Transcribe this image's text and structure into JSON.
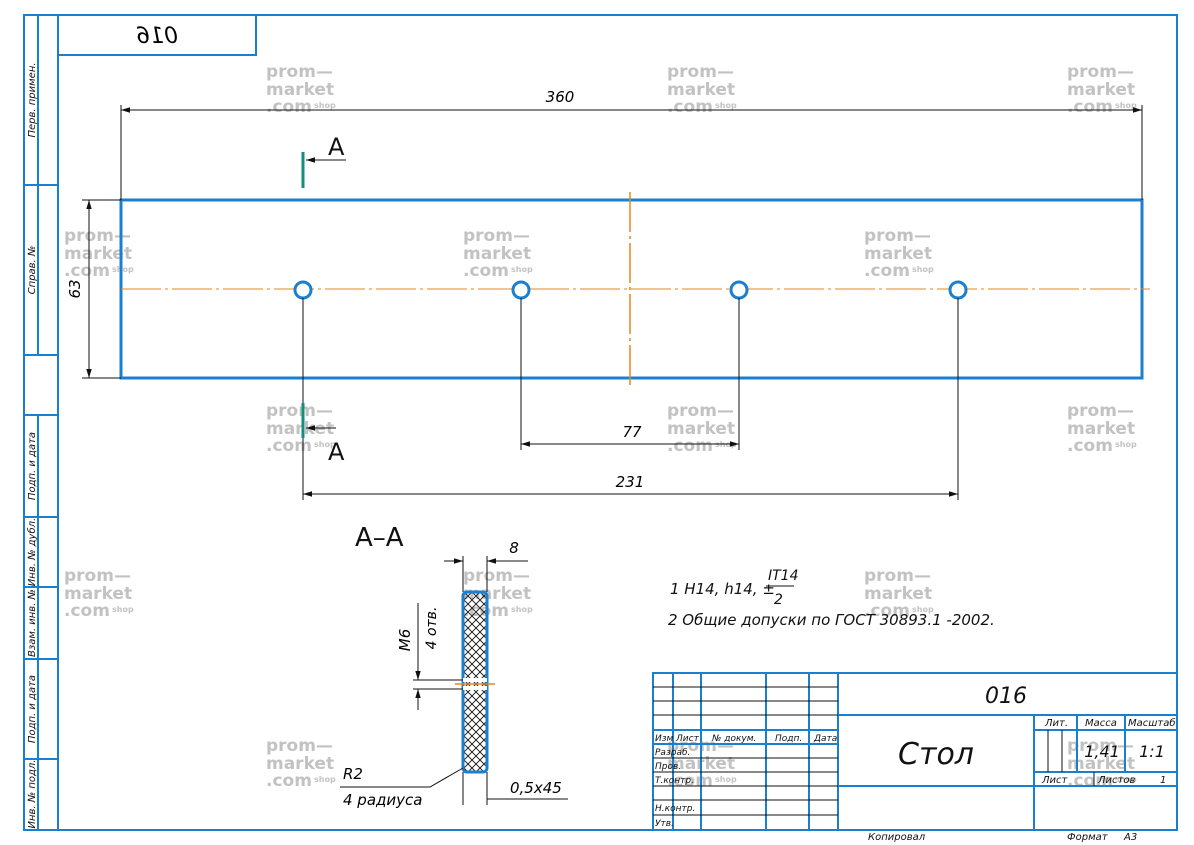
{
  "drawing": {
    "number": "016",
    "number_mirrored": "016",
    "name": "Стол",
    "format_label": "Формат",
    "format_value": "А3",
    "copied_label": "Копировал",
    "sheet_label": "Лист",
    "sheets_label": "Листов",
    "sheets_value": "1",
    "lit_label": "Лит.",
    "mass_label": "Масса",
    "scale_label": "Масштаб",
    "mass_value": "1,41",
    "scale_value": "1:1"
  },
  "side_labels": {
    "perv_primen": "Перв. примен.",
    "sprav": "Справ. №",
    "podp_data_1": "Подп. и дата",
    "inv_dubl": "Инв. № дубл.",
    "vzam_inv": "Взам. инв. №",
    "podp_data_2": "Подп. и дата",
    "inv_podl": "Инв. № подл."
  },
  "title_block_rows": {
    "headers": [
      "Изм",
      "Лист",
      "№ докум.",
      "Подп.",
      "Дата"
    ],
    "roles": [
      "Разраб.",
      "Пров.",
      "Т.контр.",
      "",
      "Н.контр.",
      "Утв."
    ]
  },
  "dimensions": {
    "overall_length": "360",
    "width": "63",
    "hole_spacing": "77",
    "hole_span": "231",
    "thickness": "8",
    "thread": "M6",
    "holes_count": "4 отв.",
    "radius": "R2",
    "radius_note": "4 радиуса",
    "chamfer": "0,5x45"
  },
  "section": {
    "marker": "А",
    "title": "А–А"
  },
  "notes": {
    "note1_prefix": "1 H14, h14, ±",
    "note1_fraction_num": "IT14",
    "note1_fraction_den": "2",
    "note2": "2  Общие допуски по ГОСТ 30893.1 -2002."
  },
  "watermark": {
    "line1": "prom—",
    "line2": "market",
    "line3": ".com",
    "line4": "shop"
  },
  "colors": {
    "frame": "#1b7fd0",
    "centerline": "#e08a1e",
    "section_marker": "#138f7c",
    "text": "#111111"
  }
}
